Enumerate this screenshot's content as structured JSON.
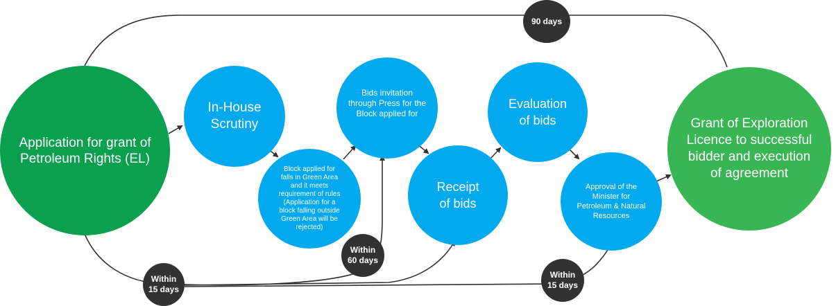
{
  "diagram": {
    "nodes": {
      "application": "Application for grant of\nPetroleum Rights (EL)",
      "scrutiny": "In-House\nScrutiny",
      "block_check": "Block applied for\nfalls in Green Area\nand it meets\nrequirement of rules\n(Application for a\nblock falling outside\nGreen Area will be\nrejected)",
      "bids_invitation": "Bids invitation\nthrough Press for the\nBlock applied for",
      "receipt": "Receipt\nof bids",
      "evaluation": "Evaluation\nof bids",
      "approval": "Approval of the\nMinister for\nPetroleum & Natural\nResources",
      "grant": "Grant of Exploration\nLicence to successful\nbidder and execution\nof agreement"
    },
    "badges": {
      "overall": "90 days",
      "first": "Within\n15 days",
      "second": "Within\n60 days",
      "third": "Within\n15 days"
    },
    "colors": {
      "process_blue": "#03a9ef",
      "start_green": "#0aa04f",
      "end_green": "#38b653",
      "badge_dark": "#323232",
      "connector": "#323232"
    }
  }
}
